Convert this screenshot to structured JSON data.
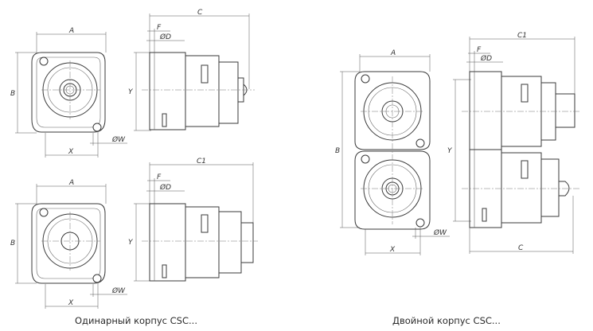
{
  "captions": {
    "single": "Одинарный корпус CSC...",
    "double": "Двойной корпус CSC..."
  },
  "dimension_labels": {
    "A": "A",
    "B": "B",
    "C": "C",
    "C1": "C1",
    "D": "ØD",
    "F": "F",
    "W": "ØW",
    "X": "X",
    "Y": "Y"
  }
}
